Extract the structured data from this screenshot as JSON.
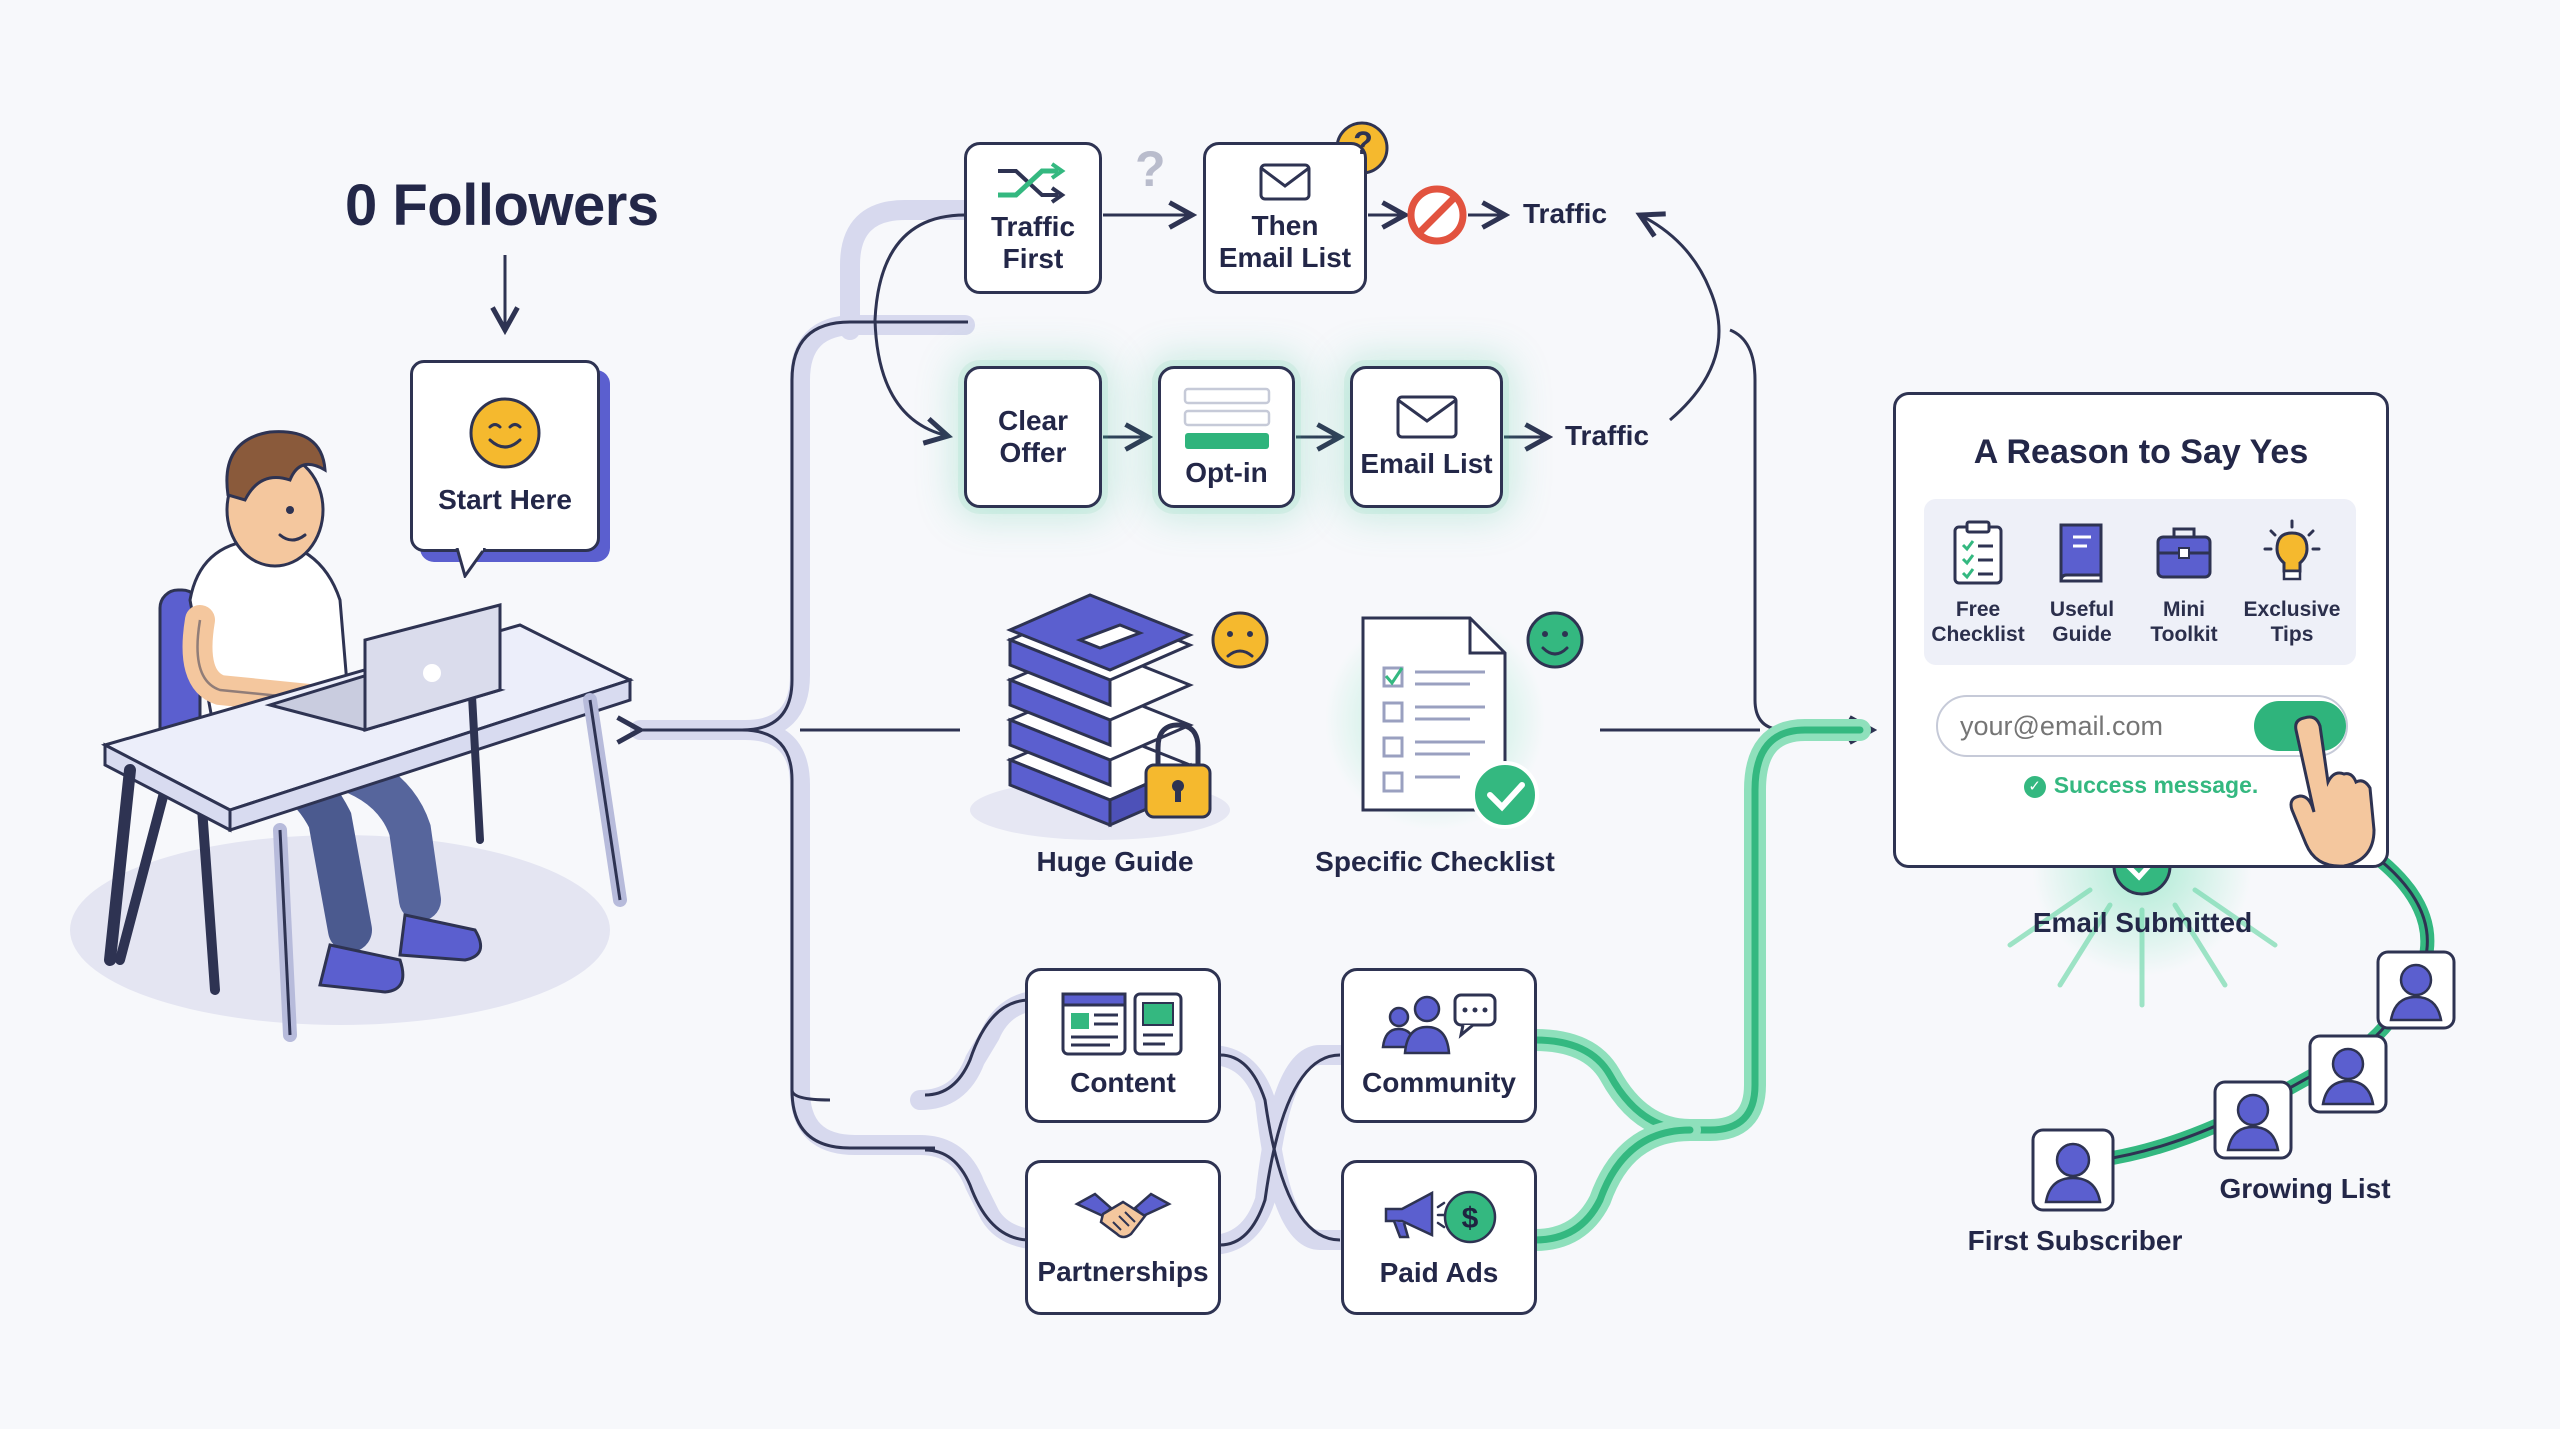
{
  "start": {
    "title": "0 Followers",
    "bubble_label": "Start Here"
  },
  "path_top": {
    "traffic_first_line1": "Traffic",
    "traffic_first_line2": "First",
    "then_email_line1": "Then",
    "then_email_line2": "Email List",
    "question_mark": "?",
    "blocked_traffic": "Traffic"
  },
  "path_right": {
    "clear_offer_line1": "Clear",
    "clear_offer_line2": "Offer",
    "optin": "Opt-in",
    "email_list": "Email List",
    "traffic": "Traffic"
  },
  "offers": {
    "huge_guide": "Huge Guide",
    "specific_checklist": "Specific Checklist"
  },
  "channels": {
    "content": "Content",
    "community": "Community",
    "partnerships": "Partnerships",
    "paid_ads": "Paid Ads"
  },
  "signup": {
    "title": "A Reason to Say Yes",
    "items": [
      {
        "line1": "Free",
        "line2": "Checklist",
        "icon": "clipboard-icon"
      },
      {
        "line1": "Useful",
        "line2": "Guide",
        "icon": "book-icon"
      },
      {
        "line1": "Mini",
        "line2": "Toolkit",
        "icon": "toolkit-icon"
      },
      {
        "line1": "Exclusive",
        "line2": "Tips",
        "icon": "lightbulb-icon"
      }
    ],
    "email_placeholder": "your@email.com",
    "success": "Success message.",
    "submitted": "Email Submitted"
  },
  "growth": {
    "first": "First Subscriber",
    "growing": "Growing List"
  },
  "colors": {
    "ink": "#2e3352",
    "indigo": "#5b5fcf",
    "green": "#34b880",
    "amber": "#f5b92e",
    "red": "#e2533f"
  }
}
